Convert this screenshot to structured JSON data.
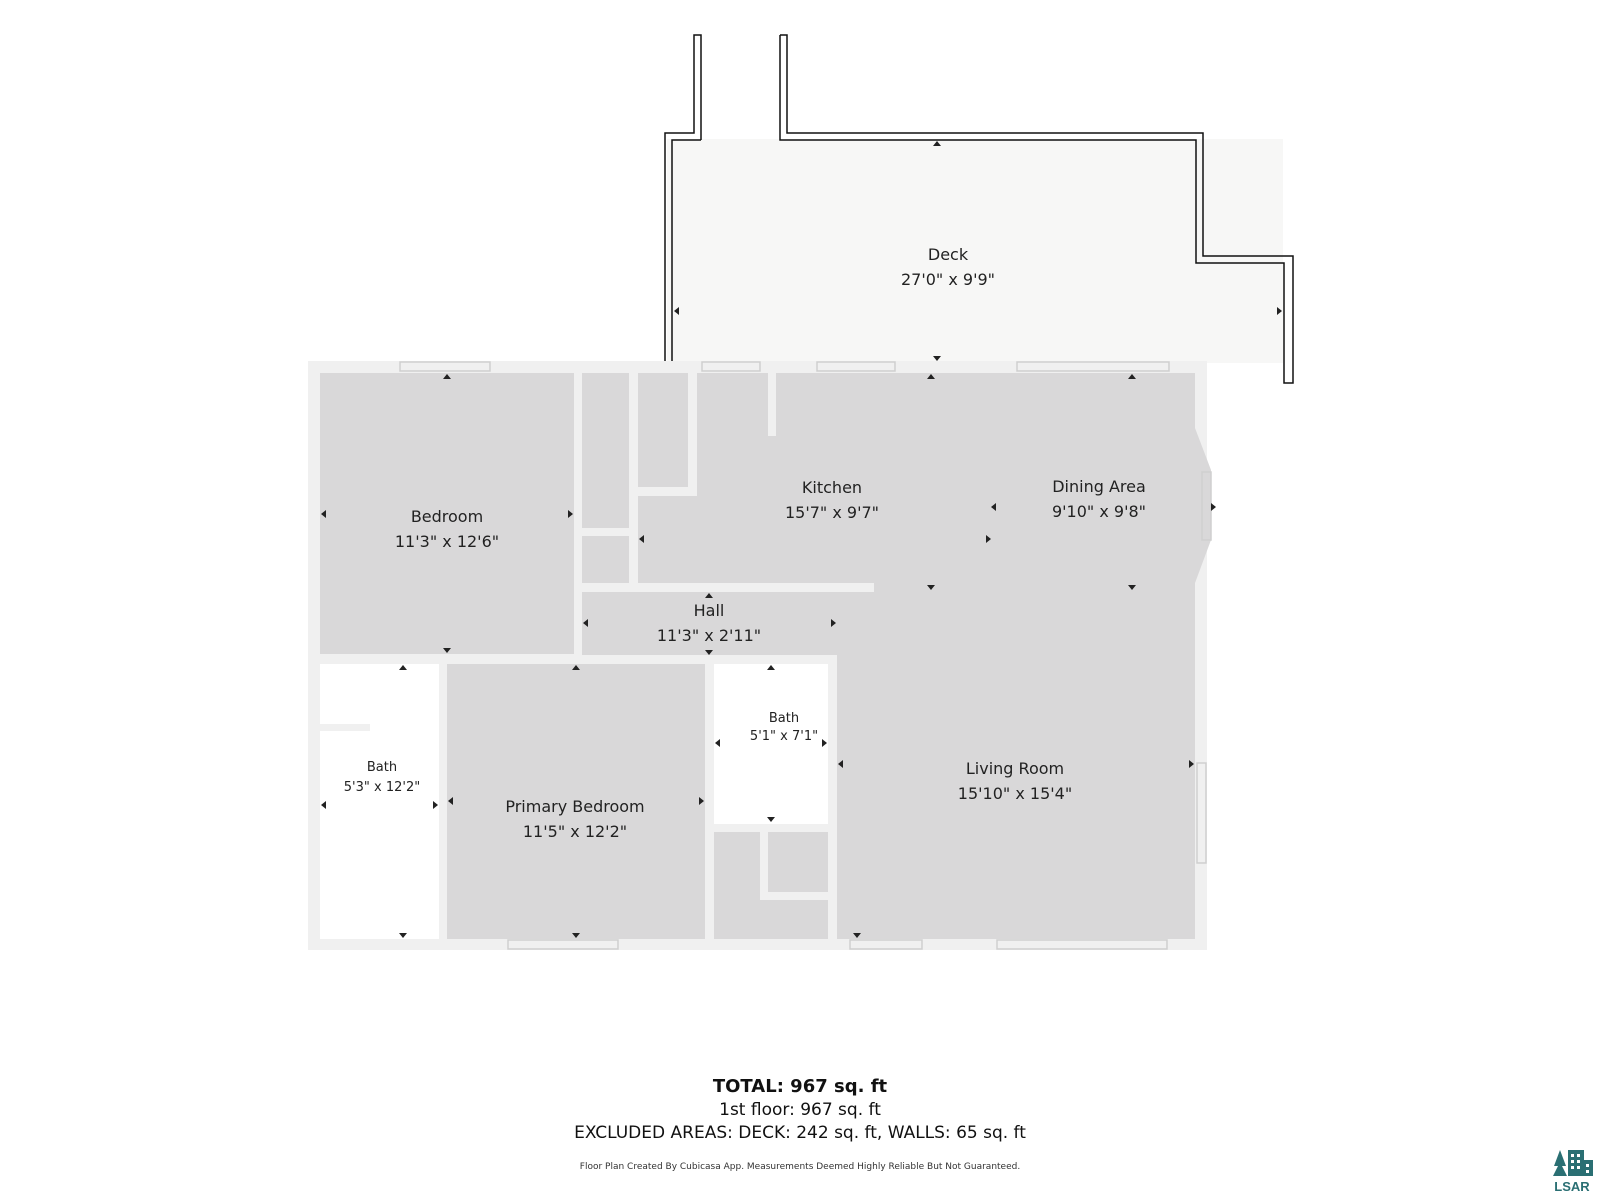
{
  "rooms": {
    "deck": {
      "name": "Deck",
      "dims": "27'0\" x 9'9\""
    },
    "bedroom": {
      "name": "Bedroom",
      "dims": "11'3\" x 12'6\""
    },
    "kitchen": {
      "name": "Kitchen",
      "dims": "15'7\" x 9'7\""
    },
    "dining": {
      "name": "Dining Area",
      "dims": "9'10\" x 9'8\""
    },
    "hall": {
      "name": "Hall",
      "dims": "11'3\" x 2'11\""
    },
    "bath_left": {
      "name": "Bath",
      "dims": "5'3\" x 12'2\""
    },
    "primary_bedroom": {
      "name": "Primary Bedroom",
      "dims": "11'5\" x 12'2\""
    },
    "bath_center": {
      "name": "Bath",
      "dims": "5'1\" x 7'1\""
    },
    "living": {
      "name": "Living Room",
      "dims": "15'10\" x 15'4\""
    }
  },
  "summary": {
    "total": "TOTAL: 967 sq. ft",
    "floor1": "1st floor: 967 sq. ft",
    "excluded": "EXCLUDED AREAS: DECK: 242 sq. ft, WALLS: 65 sq. ft",
    "disclaimer": "Floor Plan Created By Cubicasa App. Measurements Deemed Highly Reliable But Not Guaranteed."
  },
  "logo": {
    "text": "LSAR",
    "color": "#2a6f73"
  },
  "colors": {
    "room_fill": "#d9d8d9",
    "deck_fill": "#f7f7f6",
    "wall_fill": "#f0f0f0",
    "window": "#cfcfcf"
  }
}
